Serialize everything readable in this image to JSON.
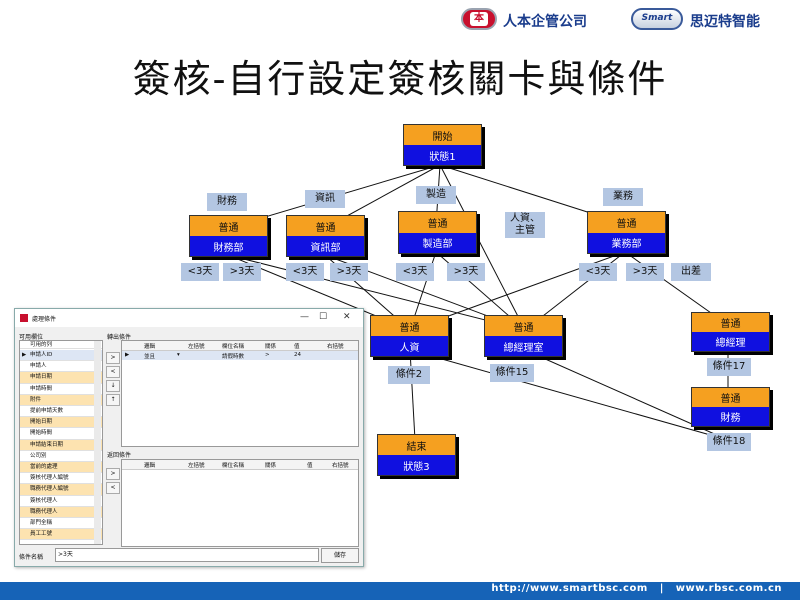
{
  "header": {
    "company1": "人本企管公司",
    "company1_badge": "本",
    "company2_badge": "Smart",
    "company2": "思迈特智能",
    "title": "簽核-自行設定簽核關卡與條件"
  },
  "diagram": {
    "nodes": {
      "start": {
        "top": "開始",
        "bottom": "狀態1"
      },
      "finance": {
        "top": "普通",
        "bottom": "財務部"
      },
      "it": {
        "top": "普通",
        "bottom": "資訊部"
      },
      "mfg": {
        "top": "普通",
        "bottom": "製造部"
      },
      "sales": {
        "top": "普通",
        "bottom": "業務部"
      },
      "hr": {
        "top": "普通",
        "bottom": "人資"
      },
      "gm_office": {
        "top": "普通",
        "bottom": "總經理室"
      },
      "gm": {
        "top": "普通",
        "bottom": "總經理"
      },
      "finance2": {
        "top": "普通",
        "bottom": "財務"
      },
      "end": {
        "top": "結束",
        "bottom": "狀態3"
      }
    },
    "labels": {
      "finance": "財務",
      "it": "資訊",
      "mfg": "製造",
      "hr_gm": "人資、\n主管",
      "sales": "業務",
      "f_lt3": "<3天",
      "f_gt3": ">3天",
      "i_lt3": "<3天",
      "i_gt3": ">3天",
      "m_lt3": "<3天",
      "m_gt3": ">3天",
      "s_lt3": "<3天",
      "s_gt3": ">3天",
      "trip": "出差",
      "cond2": "條件2",
      "cond15": "條件15",
      "cond17": "條件17",
      "cond18": "條件18"
    }
  },
  "window": {
    "title": "處理條件",
    "minimize": "—",
    "maximize": "☐",
    "close": "✕",
    "available_fields_label": "可用欄位",
    "fields_header": "可用的列",
    "fields": [
      {
        "text": "申請人ID",
        "style": "sel"
      },
      {
        "text": "申請人",
        "style": ""
      },
      {
        "text": "申請日期",
        "style": "hl"
      },
      {
        "text": "申請時間",
        "style": ""
      },
      {
        "text": "附件",
        "style": "hl"
      },
      {
        "text": "提前申請天數",
        "style": ""
      },
      {
        "text": "開始日期",
        "style": "hl"
      },
      {
        "text": "開始時間",
        "style": ""
      },
      {
        "text": "申請結束日期",
        "style": "hl"
      },
      {
        "text": "公司別",
        "style": ""
      },
      {
        "text": "當前的處理",
        "style": "hl"
      },
      {
        "text": "簽核代理人編號",
        "style": ""
      },
      {
        "text": "職務代理人編號",
        "style": "hl"
      },
      {
        "text": "簽核代理人",
        "style": ""
      },
      {
        "text": "職務代理人",
        "style": "hl"
      },
      {
        "text": "部門全稱",
        "style": ""
      },
      {
        "text": "員工工號",
        "style": "hl"
      }
    ],
    "output_cond_label": "轉出條件",
    "return_cond_label": "返回條件",
    "columns": [
      "邏輯",
      "左括號",
      "欄位名稱",
      "關係",
      "值",
      "右括號"
    ],
    "output_rows": [
      {
        "logic": "並且",
        "left": "",
        "field": "請假時數",
        "rel": ">",
        "value": "24",
        "right": ""
      }
    ],
    "cond_name_label": "條件名稱",
    "cond_name_value": ">3天",
    "save_button": "儲存"
  },
  "footer": {
    "urls": "http://www.smartbsc.com   |   www.rbsc.com.cn"
  },
  "colors": {
    "node_top": "#f5a020",
    "node_bottom": "#1010e0",
    "label_bg": "#b3c6e2",
    "footer_bg": "#1663b7",
    "field_highlight": "#fde3b0"
  }
}
